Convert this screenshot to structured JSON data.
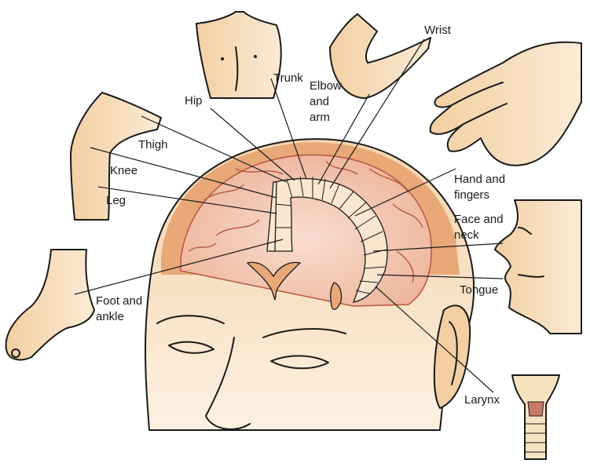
{
  "labels": {
    "wrist": "Wrist",
    "trunk": "Trunk",
    "elbow_and_arm": [
      "Elbow",
      "and",
      "arm"
    ],
    "hip": "Hip",
    "thigh": "Thigh",
    "knee": "Knee",
    "leg": "Leg",
    "hand_and_fingers": [
      "Hand and",
      "fingers"
    ],
    "face_and_neck": [
      "Face and",
      "neck"
    ],
    "tongue": "Tongue",
    "foot_and_ankle": [
      "Foot and",
      "ankle"
    ],
    "larynx": "Larynx"
  },
  "colors": {
    "skin": "#f7dcb4",
    "skin_light": "#fbeedd",
    "skin_shadow": "#e9c190",
    "brain": "#f2c2ab",
    "brain_fold": "#b8563f",
    "cortex_strip": "#fbe7d3",
    "line": "#1a1a1a"
  }
}
